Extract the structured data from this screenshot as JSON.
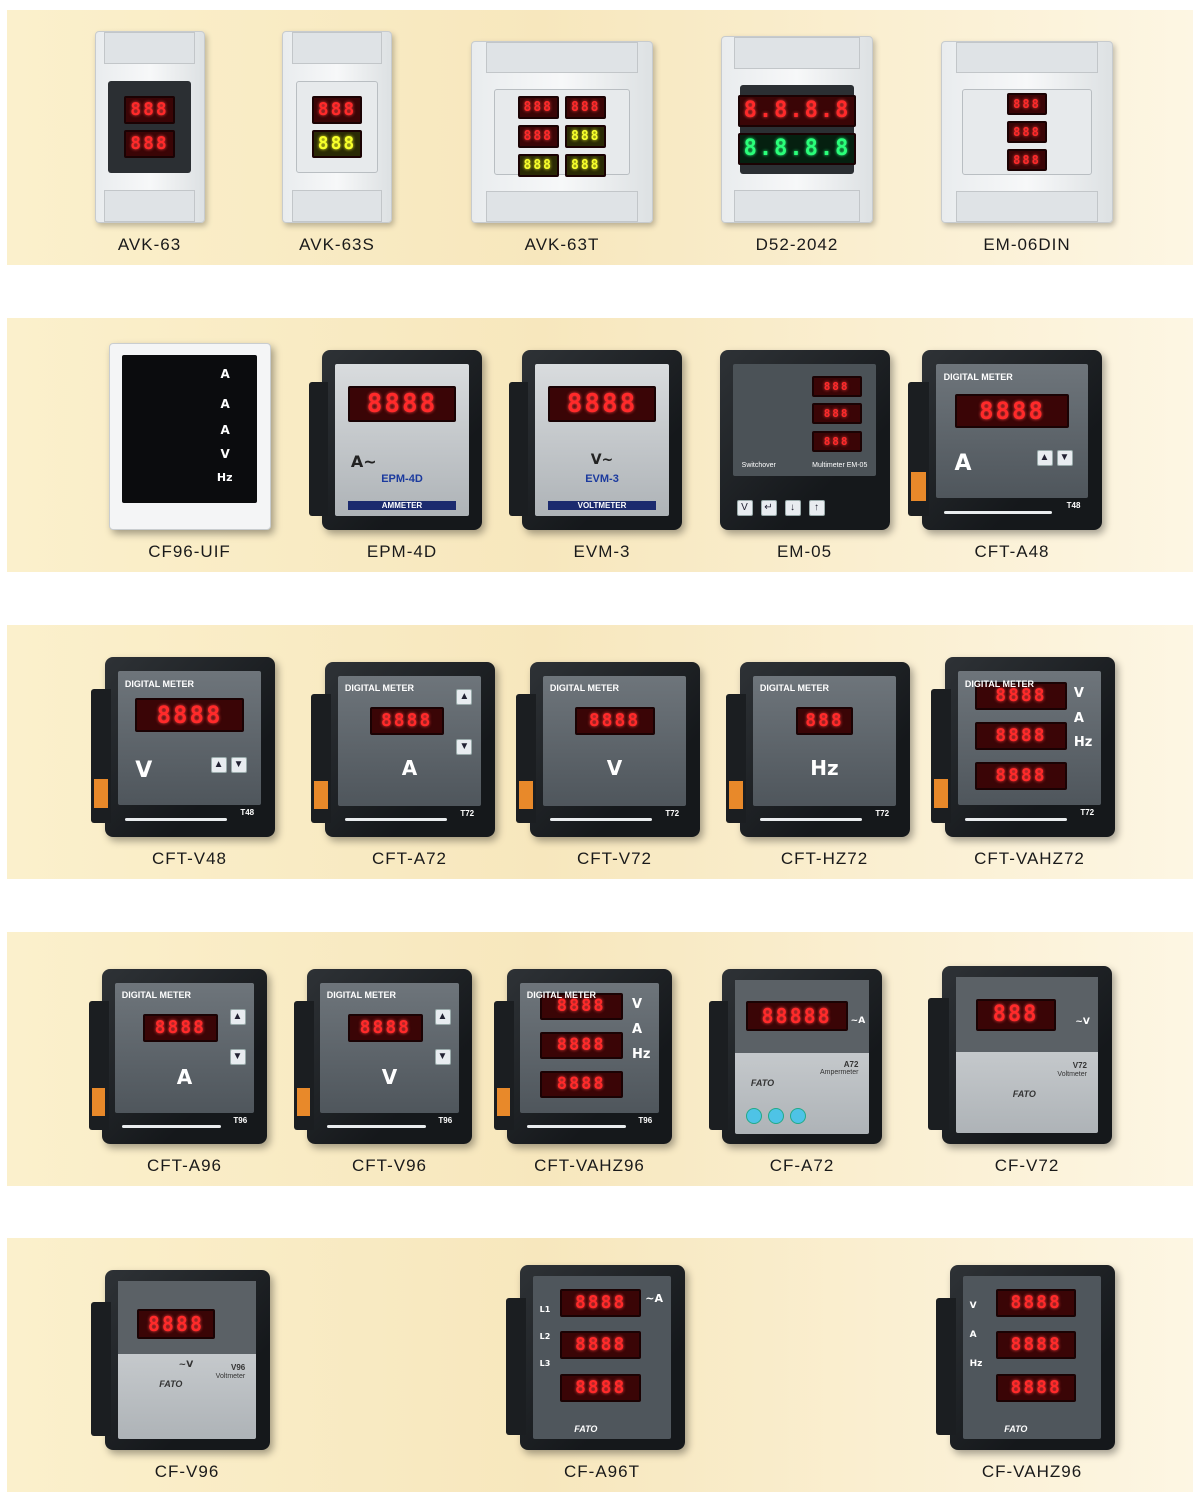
{
  "rows": [
    {
      "items": [
        {
          "caption": "AVK-63",
          "kind": "din",
          "displays": [
            "888",
            "888"
          ],
          "colors": [
            "red",
            "red"
          ]
        },
        {
          "caption": "AVK-63S",
          "kind": "din-light",
          "displays": [
            "888",
            "888"
          ],
          "colors": [
            "red",
            "yel"
          ]
        },
        {
          "caption": "AVK-63T",
          "kind": "din3",
          "displays": [
            "888",
            "888"
          ],
          "colors": [
            "red",
            "yel"
          ]
        },
        {
          "caption": "D52-2042",
          "kind": "din",
          "displays": [
            "8.8.8.8",
            "8.8.8.8"
          ],
          "colors": [
            "red",
            "green"
          ]
        },
        {
          "caption": "EM-06DIN",
          "kind": "din",
          "displays": [
            "888",
            "888",
            "888"
          ],
          "colors": [
            "red",
            "red",
            "red"
          ]
        }
      ]
    },
    {
      "items": [
        {
          "caption": "CF96-UIF",
          "kind": "panel-lcd",
          "symbols": [
            "A",
            "A",
            "A",
            "V",
            "Hz"
          ]
        },
        {
          "caption": "EPM-4D",
          "kind": "panel-silver",
          "displays": [
            "8888"
          ],
          "symbol": "A~",
          "model": "EPM-4D",
          "sub": "AMMETER"
        },
        {
          "caption": "EVM-3",
          "kind": "panel-silver",
          "displays": [
            "8888"
          ],
          "symbol": "V~",
          "model": "EVM-3",
          "sub": "VOLTMETER"
        },
        {
          "caption": "EM-05",
          "kind": "panel-dark",
          "displays": [
            "888",
            "888",
            "888"
          ],
          "label": "Switchover",
          "model": "Multimeter EM-05"
        },
        {
          "caption": "CFT-A48",
          "kind": "panel",
          "displays": [
            "8888"
          ],
          "label": "DIGITAL METER",
          "symbol": "A",
          "model": "T48"
        }
      ]
    },
    {
      "items": [
        {
          "caption": "CFT-V48",
          "kind": "panel",
          "displays": [
            "8888"
          ],
          "label": "DIGITAL METER",
          "symbol": "V",
          "model": "T48"
        },
        {
          "caption": "CFT-A72",
          "kind": "panel",
          "displays": [
            "8888"
          ],
          "label": "DIGITAL METER",
          "symbol": "A",
          "model": "T72"
        },
        {
          "caption": "CFT-V72",
          "kind": "panel",
          "displays": [
            "8888"
          ],
          "label": "DIGITAL METER",
          "symbol": "V",
          "model": "T72"
        },
        {
          "caption": "CFT-HZ72",
          "kind": "panel",
          "displays": [
            "888"
          ],
          "label": "DIGITAL METER",
          "symbol": "Hz",
          "model": "T72"
        },
        {
          "caption": "CFT-VAHZ72",
          "kind": "panel",
          "displays": [
            "8888",
            "8888",
            "8888"
          ],
          "label": "DIGITAL METER",
          "symbol": "",
          "model": "T72"
        }
      ]
    },
    {
      "items": [
        {
          "caption": "CFT-A96",
          "kind": "panel",
          "displays": [
            "8888"
          ],
          "label": "DIGITAL METER",
          "symbol": "A",
          "model": "T96"
        },
        {
          "caption": "CFT-V96",
          "kind": "panel",
          "displays": [
            "8888"
          ],
          "label": "DIGITAL METER",
          "symbol": "V",
          "model": "T96"
        },
        {
          "caption": "CFT-VAHZ96",
          "kind": "panel",
          "displays": [
            "8888",
            "8888",
            "8888"
          ],
          "label": "DIGITAL METER",
          "symbol": "",
          "model": "T96"
        },
        {
          "caption": "CF-A72",
          "kind": "panel-fato",
          "displays": [
            "88888"
          ],
          "symbol": "~A",
          "model": "A72",
          "sub": "Ampermeter",
          "brand": "FATO"
        },
        {
          "caption": "CF-V72",
          "kind": "panel-fato",
          "displays": [
            "888"
          ],
          "symbol": "~V",
          "model": "V72",
          "sub": "Voltmeter",
          "brand": "FATO"
        }
      ]
    },
    {
      "items": [
        {
          "caption": "CF-V96",
          "kind": "panel-fato",
          "displays": [
            "8888"
          ],
          "symbol": "~V",
          "model": "V96",
          "sub": "Voltmeter",
          "brand": "FATO"
        },
        {
          "caption": "CF-A96T",
          "kind": "panel-fato3",
          "displays": [
            "8888",
            "8888",
            "8888"
          ],
          "symbol": "~A",
          "model": "",
          "sub": "",
          "brand": "FATO"
        },
        {
          "caption": "CF-VAHZ96",
          "kind": "panel-fato3",
          "displays": [
            "8888",
            "8888",
            "8888"
          ],
          "symbol": "",
          "model": "",
          "sub": "",
          "brand": "FATO"
        }
      ]
    }
  ]
}
